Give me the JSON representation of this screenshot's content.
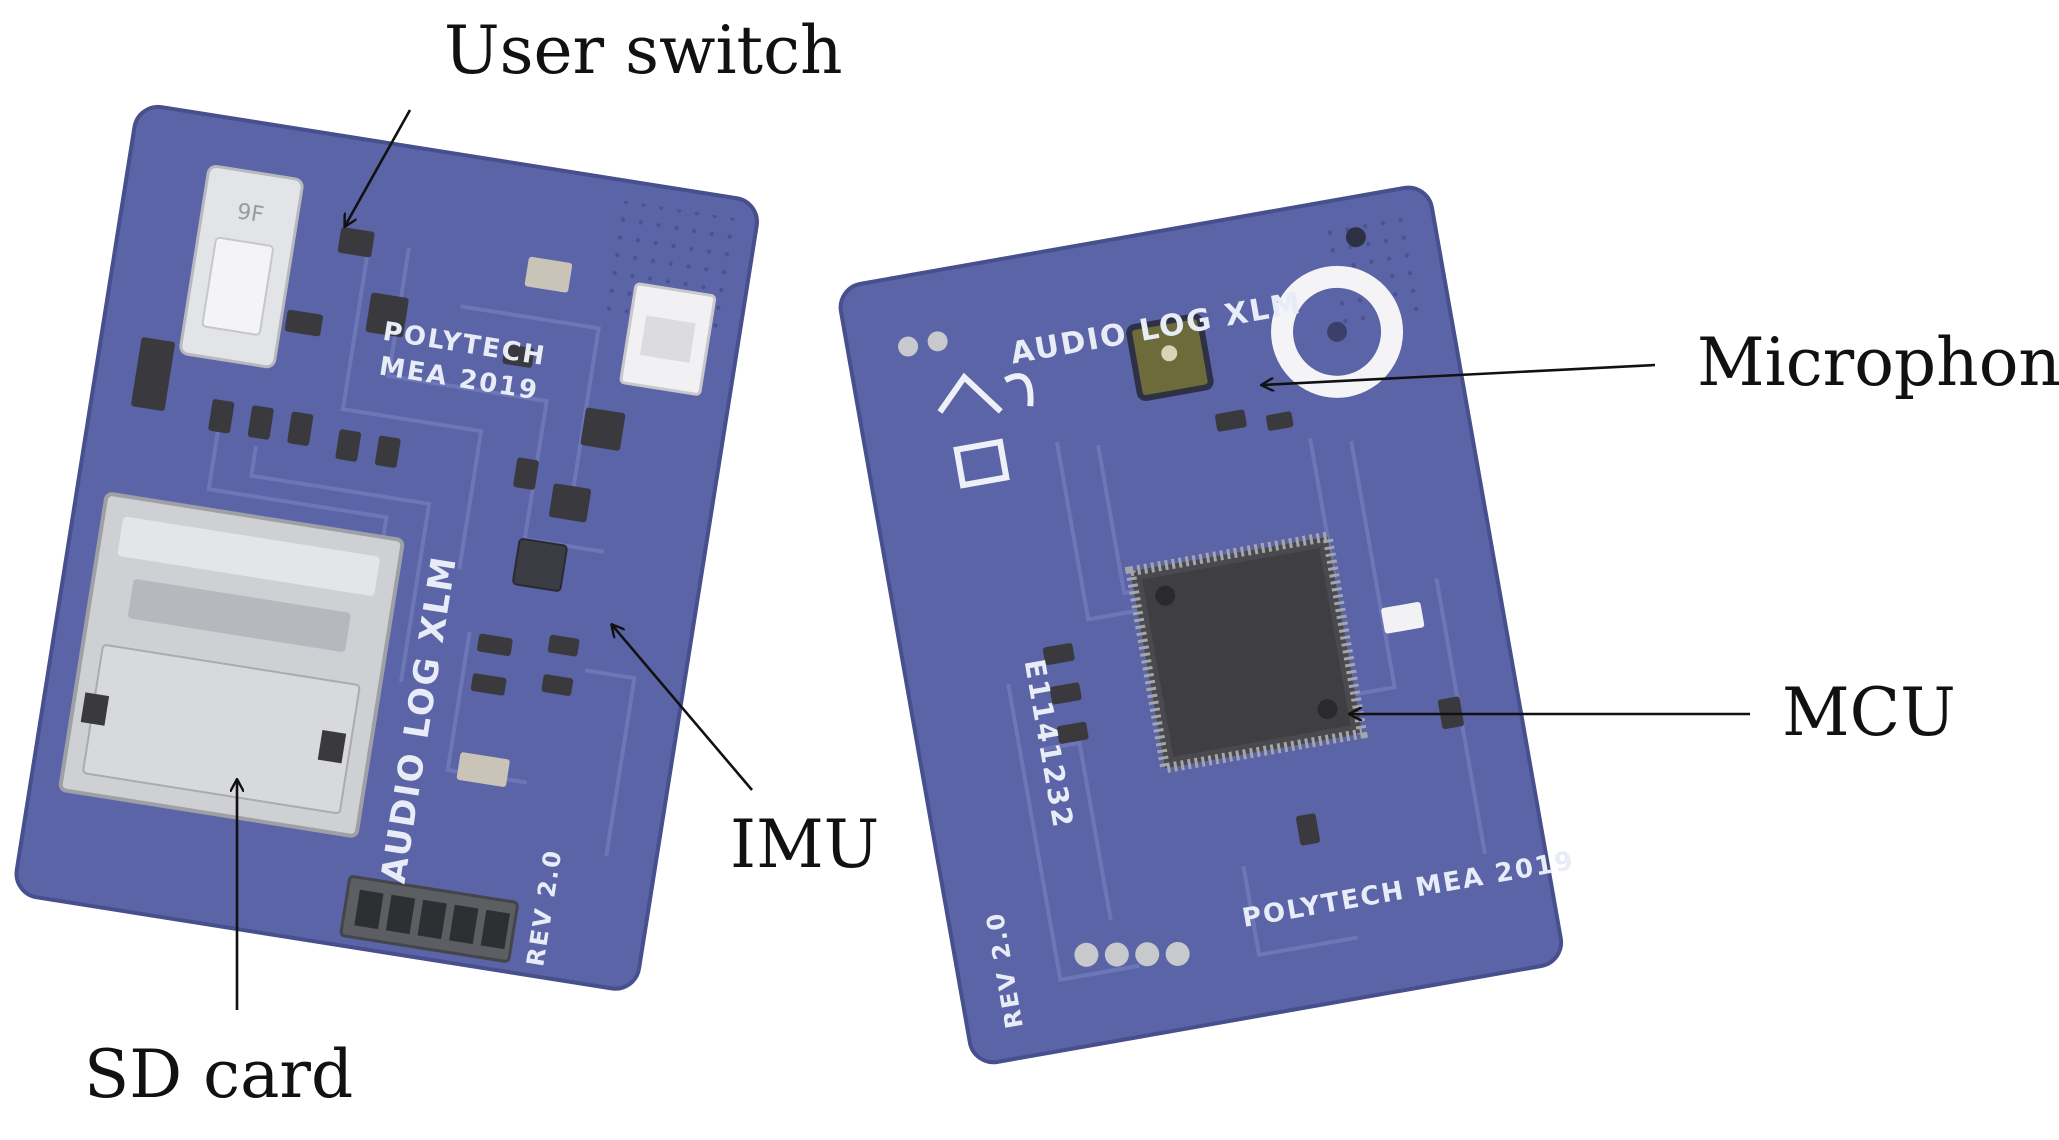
{
  "callouts": {
    "user_switch": "User switch",
    "sd_card": "SD card",
    "imu": "IMU",
    "microphone": "Microphone",
    "mcu": "MCU"
  },
  "board_front": {
    "silkscreen_title": "AUDIO LOG XLM",
    "silkscreen_maker": "POLYTECH",
    "silkscreen_year": "MEA 2019",
    "silkscreen_rev": "REV 2.0",
    "switch_marking": "9F"
  },
  "board_back": {
    "silkscreen_title": "AUDIO LOG XLM",
    "silkscreen_serial": "E1141232",
    "silkscreen_maker": "POLYTECH MEA 2019",
    "silkscreen_rev": "REV 2.0"
  },
  "colors": {
    "pcb": "#5b64a6",
    "pcb_dark": "#464e8c",
    "trace": "#6f78b8",
    "silkscreen": "#e8ecf7",
    "component": "#3a3a3e",
    "sd_metal": "#cfd0d4",
    "label_text": "#111111"
  }
}
